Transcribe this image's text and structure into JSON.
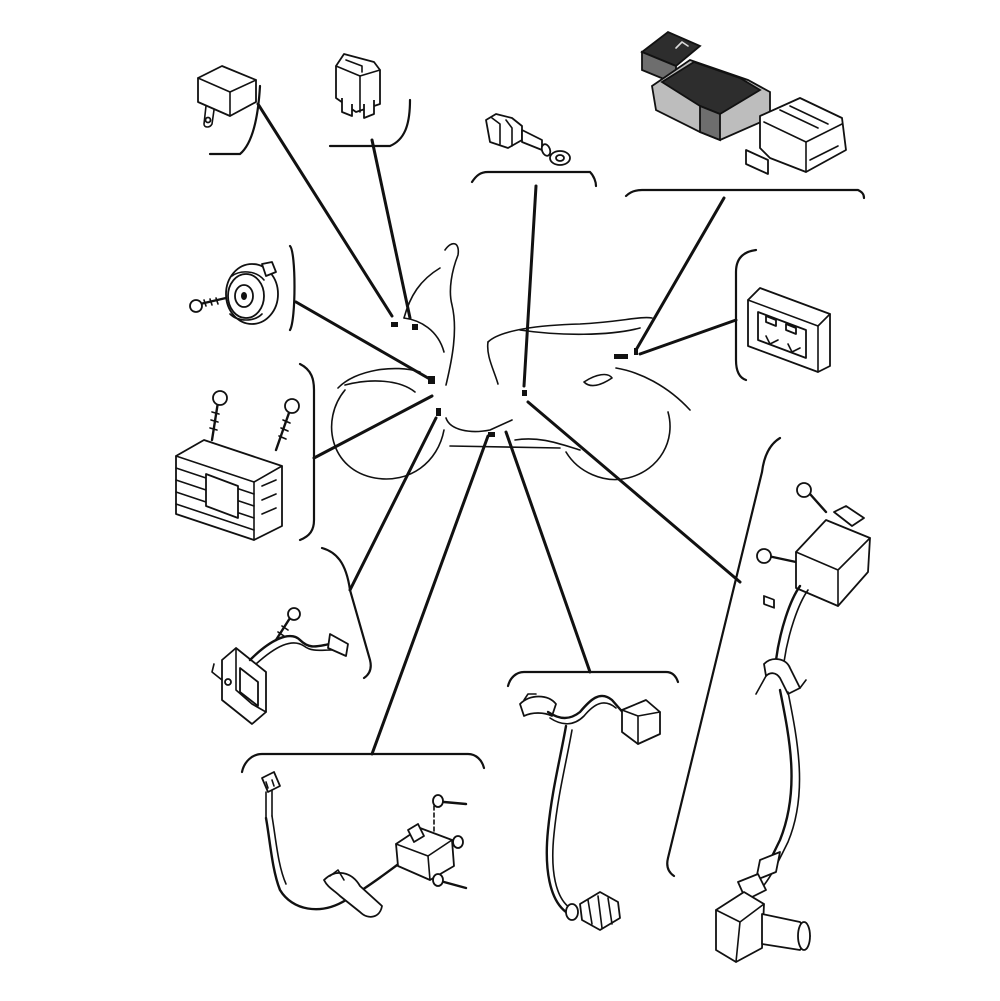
{
  "diagram": {
    "colors": {
      "line": "#111111",
      "background": "#ffffff",
      "ecu_dark": "#2d2d2d",
      "ecu_mid": "#6e6e6e",
      "ecu_light": "#bdbdbd"
    },
    "parts": [
      {
        "id": "relay-flasher",
        "icon": "relay-icon"
      },
      {
        "id": "relay-starter",
        "icon": "relay-icon"
      },
      {
        "id": "neutral-switch",
        "icon": "switch-sensor-icon"
      },
      {
        "id": "ecu-ignitor",
        "icon": "ecu-icon"
      },
      {
        "id": "horn",
        "icon": "horn-icon"
      },
      {
        "id": "fuse-box",
        "icon": "fuse-box-icon"
      },
      {
        "id": "rectifier-regulator",
        "icon": "regulator-icon"
      },
      {
        "id": "sidestand-switch",
        "icon": "switch-icon"
      },
      {
        "id": "brake-light-switch",
        "icon": "brake-switch-icon"
      },
      {
        "id": "oil-pressure-sensor",
        "icon": "sensor-icon"
      },
      {
        "id": "ignition-coil",
        "icon": "ignition-coil-icon"
      }
    ]
  }
}
